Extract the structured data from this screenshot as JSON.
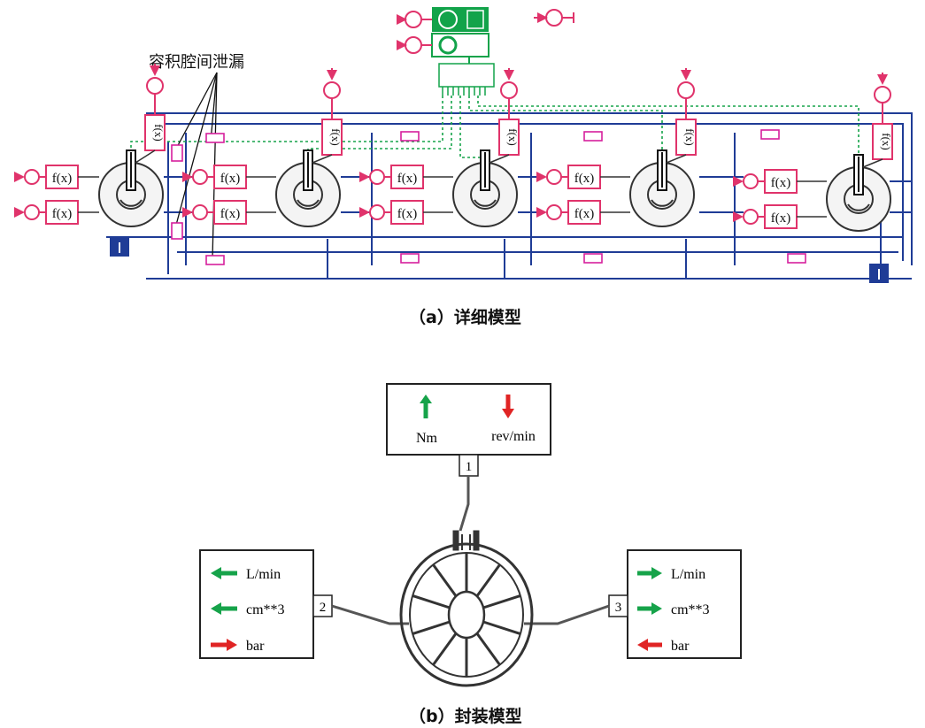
{
  "panel_a": {
    "caption": "（a）详细模型",
    "annotation": "容积腔间泄漏",
    "fx_label": "f(x)",
    "stages": 5
  },
  "panel_b": {
    "caption": "（b）封装模型",
    "ports": [
      {
        "number": "1",
        "signals": [
          {
            "label": "Nm",
            "arrow": "up",
            "color": "#16a34a"
          },
          {
            "label": "rev/min",
            "arrow": "down",
            "color": "#e02424"
          }
        ]
      },
      {
        "number": "2",
        "signals": [
          {
            "label": "L/min",
            "arrow": "left",
            "color": "#16a34a"
          },
          {
            "label": "cm**3",
            "arrow": "left",
            "color": "#16a34a"
          },
          {
            "label": "bar",
            "arrow": "right",
            "color": "#e02424"
          }
        ]
      },
      {
        "number": "3",
        "signals": [
          {
            "label": "L/min",
            "arrow": "right",
            "color": "#16a34a"
          },
          {
            "label": "cm**3",
            "arrow": "right",
            "color": "#16a34a"
          },
          {
            "label": "bar",
            "arrow": "left",
            "color": "#e02424"
          }
        ]
      }
    ]
  },
  "colors": {
    "line": "#1f3c96",
    "pink": "#e0336b",
    "magenta": "#d61f9c",
    "green": "#16a34a",
    "red": "#e02424",
    "dark": "#1a1a1a"
  }
}
